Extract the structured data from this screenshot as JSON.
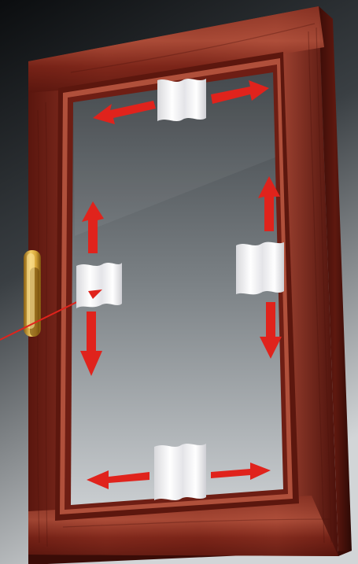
{
  "scene": {
    "subject": "window-sash-illustration",
    "colors": {
      "background_top": "#0d0f11",
      "background_bottom": "#c9ccce",
      "frame_light": "#a0402f",
      "frame_mid": "#7b2116",
      "frame_dark": "#4d120b",
      "glass_top": "#3f4447",
      "glass_bottom": "#c3c8cb",
      "arrow": "#e0231c",
      "insert": "#f3f3f4",
      "handle": "#d9a83a"
    },
    "icons": {
      "arrow": "arrow-icon",
      "handle": "window-handle",
      "insert": "sealing-insert"
    }
  }
}
